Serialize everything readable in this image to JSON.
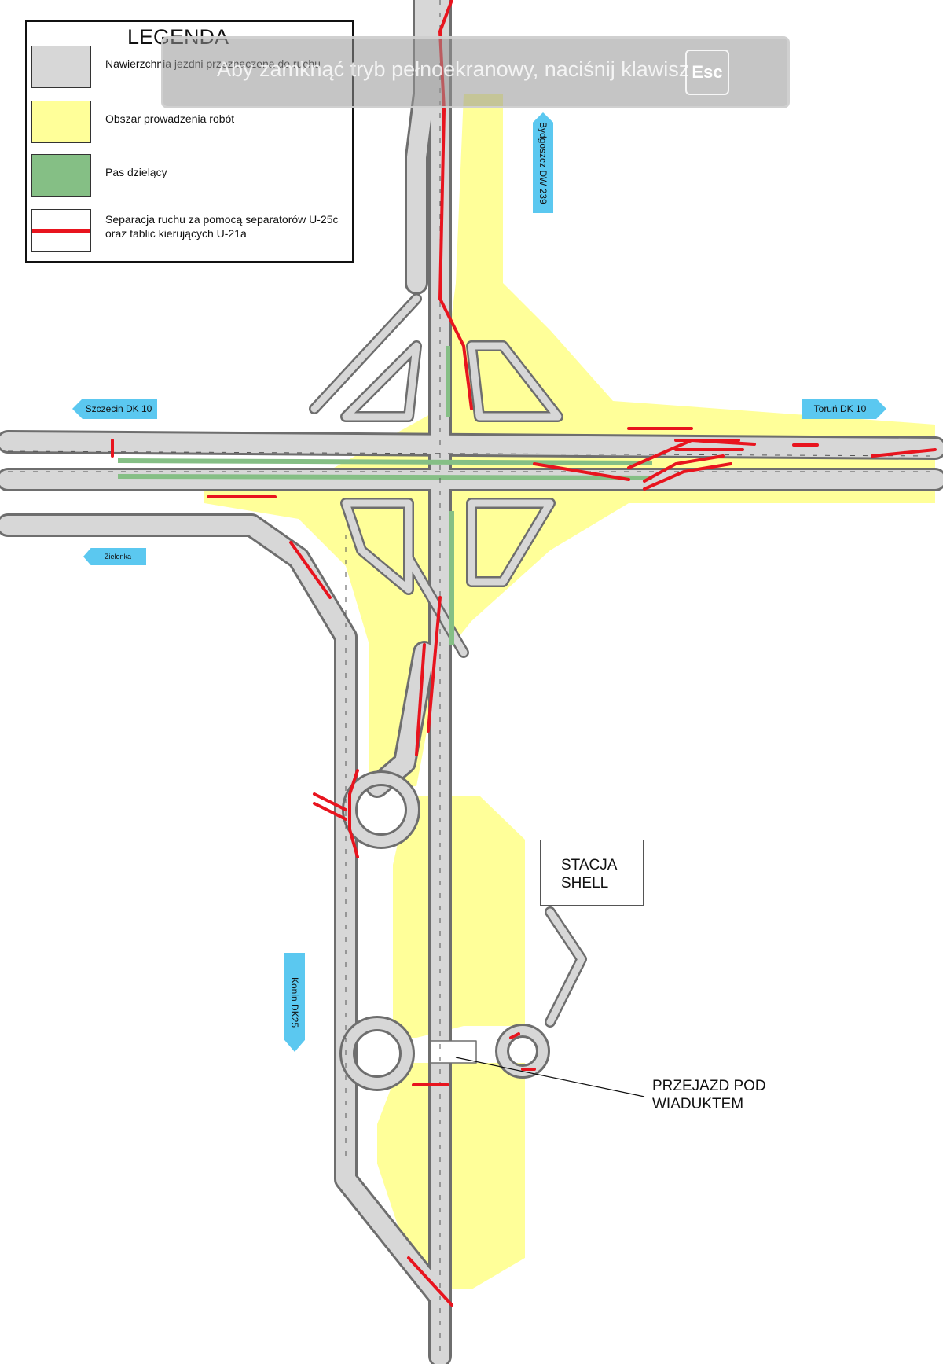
{
  "legend": {
    "title": "LEGENDA",
    "items": [
      {
        "label": "Nawierzchnia jezdni przeznaczona do ruchu",
        "color": "#d7d7d7"
      },
      {
        "label": "Obszar prowadzenia robót",
        "color": "#ffff99"
      },
      {
        "label": "Pas dzielący",
        "color": "#85bf85"
      },
      {
        "label": "Separacja ruchu za pomocą separatorów U-25c oraz tablic kierujących U-21a",
        "color": "#e8141e"
      }
    ]
  },
  "fullscreen_hint": {
    "text": "Aby zamknąć tryb pełnoekranowy, naciśnij klawisz",
    "key": "Esc"
  },
  "signs": {
    "bydgoszcz": "Bydgoszcz DW 239",
    "szczecin": "Szczecin DK 10",
    "torun": "Toruń DK 10",
    "zielonka": "Zielonka",
    "konin": "Konin DK25"
  },
  "labels": {
    "station": "STACJA SHELL",
    "underpass": "PRZEJAZD POD WIADUKTEM"
  },
  "colors": {
    "road": "#d7d7d7",
    "work_area": "#ffff99",
    "median": "#85bf85",
    "separation": "#e8141e",
    "sign": "#5bc8f0"
  }
}
